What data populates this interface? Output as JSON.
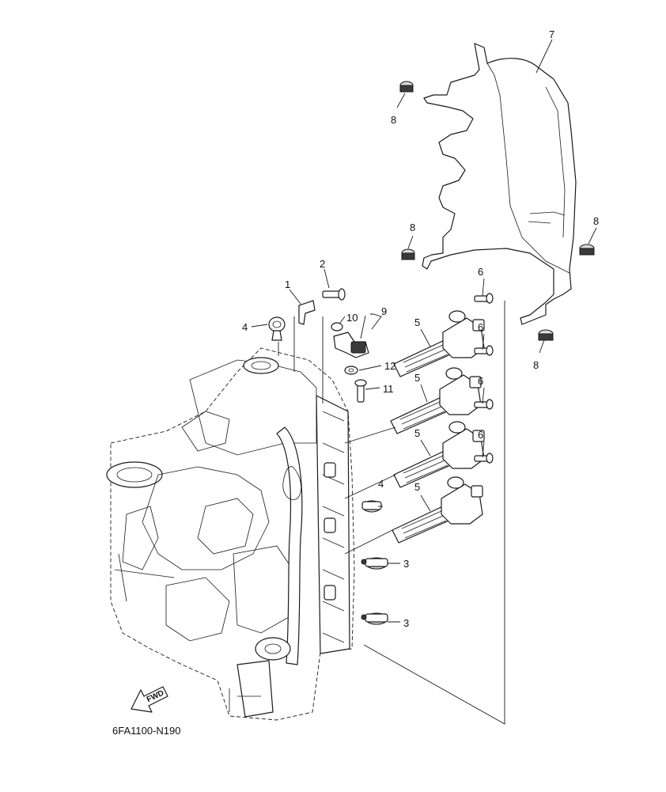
{
  "diagram": {
    "code": "6FA1100-N190",
    "fwd_label": "FWD",
    "callouts": {
      "c1": "1",
      "c2": "2",
      "c3a": "3",
      "c3b": "3",
      "c4a": "4",
      "c4b": "4",
      "c5a": "5",
      "c5b": "5",
      "c5c": "5",
      "c5d": "5",
      "c6a": "6",
      "c6b": "6",
      "c6c": "6",
      "c6d": "6",
      "c7": "7",
      "c8a": "8",
      "c8b": "8",
      "c8c": "8",
      "c8d": "8",
      "c9": "9",
      "c10": "10",
      "c11": "11",
      "c12": "12"
    },
    "icons": [
      "fwd-arrow-icon"
    ]
  }
}
